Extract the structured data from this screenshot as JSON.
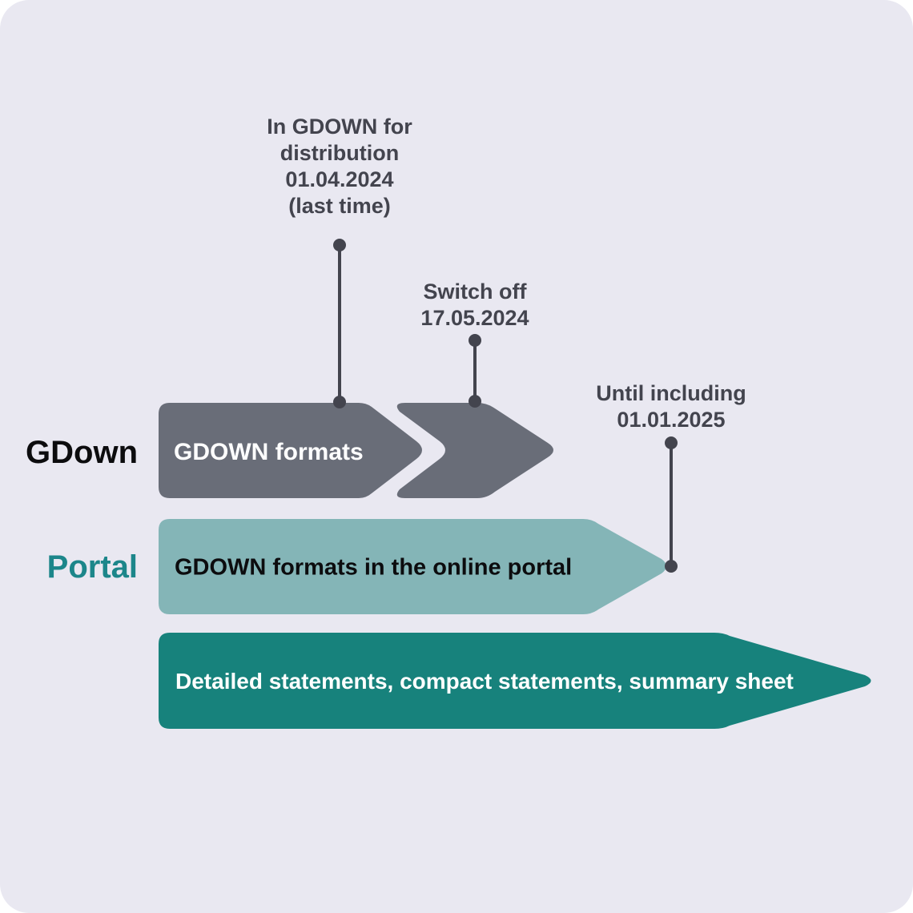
{
  "palette": {
    "panel": "#e9e8f1",
    "page": "#ffffff",
    "gray-arrow": "#696d78",
    "dark-text": "#43444e",
    "light-teal": "#84b5b7",
    "dark-teal": "#17827c",
    "portal-teal": "#1c868a",
    "black-text": "#0c0c0e",
    "white-text": "#ffffff"
  },
  "annotations": [
    {
      "lines": [
        "In GDOWN for",
        "distribution",
        "01.04.2024",
        "(last time)"
      ]
    },
    {
      "lines": [
        "Switch off",
        "17.05.2024"
      ]
    },
    {
      "lines": [
        "Until including",
        "01.01.2025"
      ]
    }
  ],
  "rows": [
    {
      "label": "GDown",
      "arrow_text": "GDOWN formats"
    },
    {
      "label": "Portal",
      "arrow_text": "GDOWN formats in the online portal"
    },
    {
      "arrow_text": "Detailed statements, compact statements, summary sheet"
    }
  ]
}
